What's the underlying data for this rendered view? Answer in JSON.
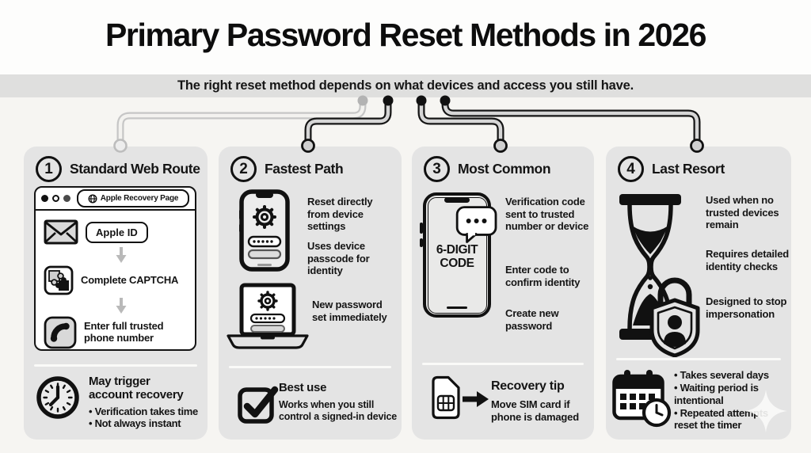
{
  "header": {
    "title": "Primary Password Reset Methods in 2026",
    "subtitle": "The right reset method depends on what devices and access you still have."
  },
  "palette": {
    "card_bg": "#e4e4e4",
    "band_bg": "#dfdfde",
    "ink": "#141414",
    "muted_line": "#c7c7c7",
    "icon_gray_fill": "#d9d9d9"
  },
  "icons": {
    "card1": [
      "globe-icon",
      "envelope-icon",
      "puzzle-icon",
      "phone-receiver-icon",
      "clock-icon",
      "down-arrow-icon"
    ],
    "card2": [
      "smartphone-settings-icon",
      "laptop-settings-icon",
      "gear-icon",
      "checkbox-icon"
    ],
    "card3": [
      "smartphone-message-icon",
      "speech-bubble-icon",
      "sim-card-icon",
      "right-arrow-icon"
    ],
    "card4": [
      "hourglass-icon",
      "shield-person-lock-icon",
      "calendar-clock-icon",
      "sparkle-icon"
    ]
  },
  "cards": [
    {
      "number": "1",
      "title": "Standard Web Route",
      "browser": {
        "url": "Apple Recovery Page",
        "step1": "Apple ID",
        "step2": "Complete CAPTCHA",
        "step3": "Enter full trusted phone number"
      },
      "footer": {
        "heading": "May trigger account recovery",
        "bullets": [
          "Verification takes time",
          "Not always instant"
        ]
      }
    },
    {
      "number": "2",
      "title": "Fastest Path",
      "points": [
        "Reset directly from device settings",
        "Uses device passcode for identity",
        "New password set immediately"
      ],
      "footer": {
        "heading": "Best use",
        "text": "Works when you still control a signed-in device"
      }
    },
    {
      "number": "3",
      "title": "Most Common",
      "phone_label": "6-DIGIT CODE",
      "points": [
        "Verification code sent to trusted number or device",
        "Enter code to confirm identity",
        "Create new password"
      ],
      "footer": {
        "heading": "Recovery tip",
        "text": "Move SIM card if phone is damaged"
      }
    },
    {
      "number": "4",
      "title": "Last Resort",
      "points": [
        "Used when no trusted devices remain",
        "Requires detailed identity checks",
        "Designed to stop impersonation"
      ],
      "footer": {
        "bullets": [
          "Takes several days",
          "Waiting period is intentional",
          "Repeated attempts reset the timer"
        ]
      }
    }
  ]
}
